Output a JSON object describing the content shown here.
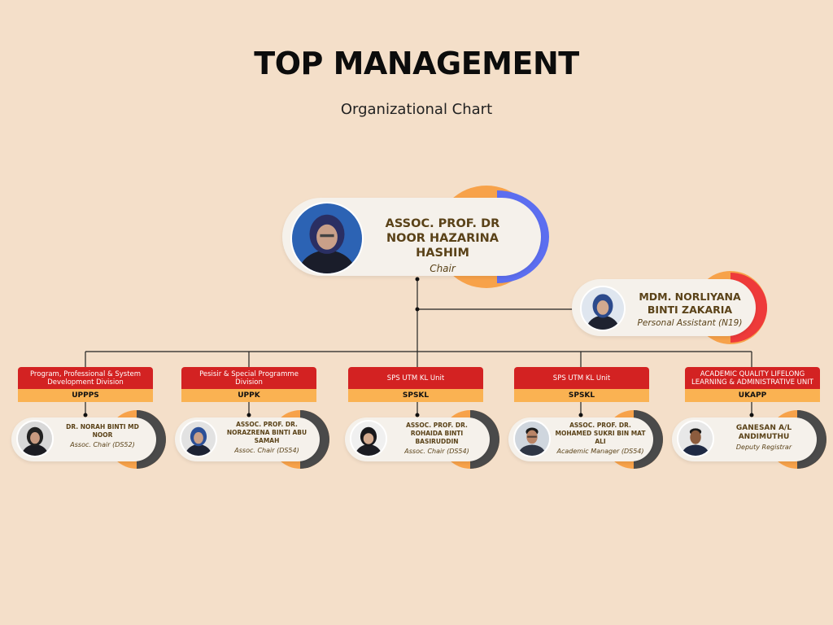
{
  "page": {
    "title": "TOP MANAGEMENT",
    "subtitle": "Organizational Chart"
  },
  "chair": {
    "name": "ASSOC. PROF. DR NOOR HAZARINA HASHIM",
    "role": "Chair",
    "ring_colors": [
      "#f7a24a",
      "#5c6ef0"
    ]
  },
  "assistant": {
    "name": "MDM. NORLIYANA BINTI ZAKARIA",
    "role": "Personal Assistant (N19)",
    "ring_colors": [
      "#f7a24a",
      "#ee3a3a"
    ]
  },
  "units": [
    {
      "division": "Program, Professional & System Development Division",
      "code": "UPPPS",
      "name": "DR. NORAH BINTI MD NOOR",
      "role": "Assoc. Chair (DS52)",
      "avatar": "female-hijab-black"
    },
    {
      "division": "Pesisir & Special Programme Division",
      "code": "UPPK",
      "name": "ASSOC. PROF. DR. NORAZRENA BINTI ABU SAMAH",
      "role": "Assoc. Chair (DS54)",
      "avatar": "female-hijab-blue"
    },
    {
      "division": "SPS UTM KL Unit",
      "code": "SPSKL",
      "name": "ASSOC. PROF. DR. ROHAIDA BINTI BASIRUDDIN",
      "role": "Assoc. Chair (DS54)",
      "avatar": "female-hijab-black"
    },
    {
      "division": "SPS UTM KL Unit",
      "code": "SPSKL",
      "name": "ASSOC. PROF. DR. MOHAMED SUKRI BIN MAT ALI",
      "role": "Academic Manager (DS54)",
      "avatar": "male-glasses"
    },
    {
      "division": "ACADEMIC QUALITY LIFELONG LEARNING & ADMINISTRATIVE UNIT",
      "code": "UKAPP",
      "name": "GANESAN A/L ANDIMUTHU",
      "role": "Deputy Registrar",
      "avatar": "male-suit"
    }
  ],
  "colors": {
    "background": "#f4dfc9",
    "unit_header": "#d32222",
    "unit_code": "#fab252",
    "ring_orange": "#f7a24a",
    "ring_dark": "#4a4a4a",
    "name_text": "#5a4218"
  }
}
